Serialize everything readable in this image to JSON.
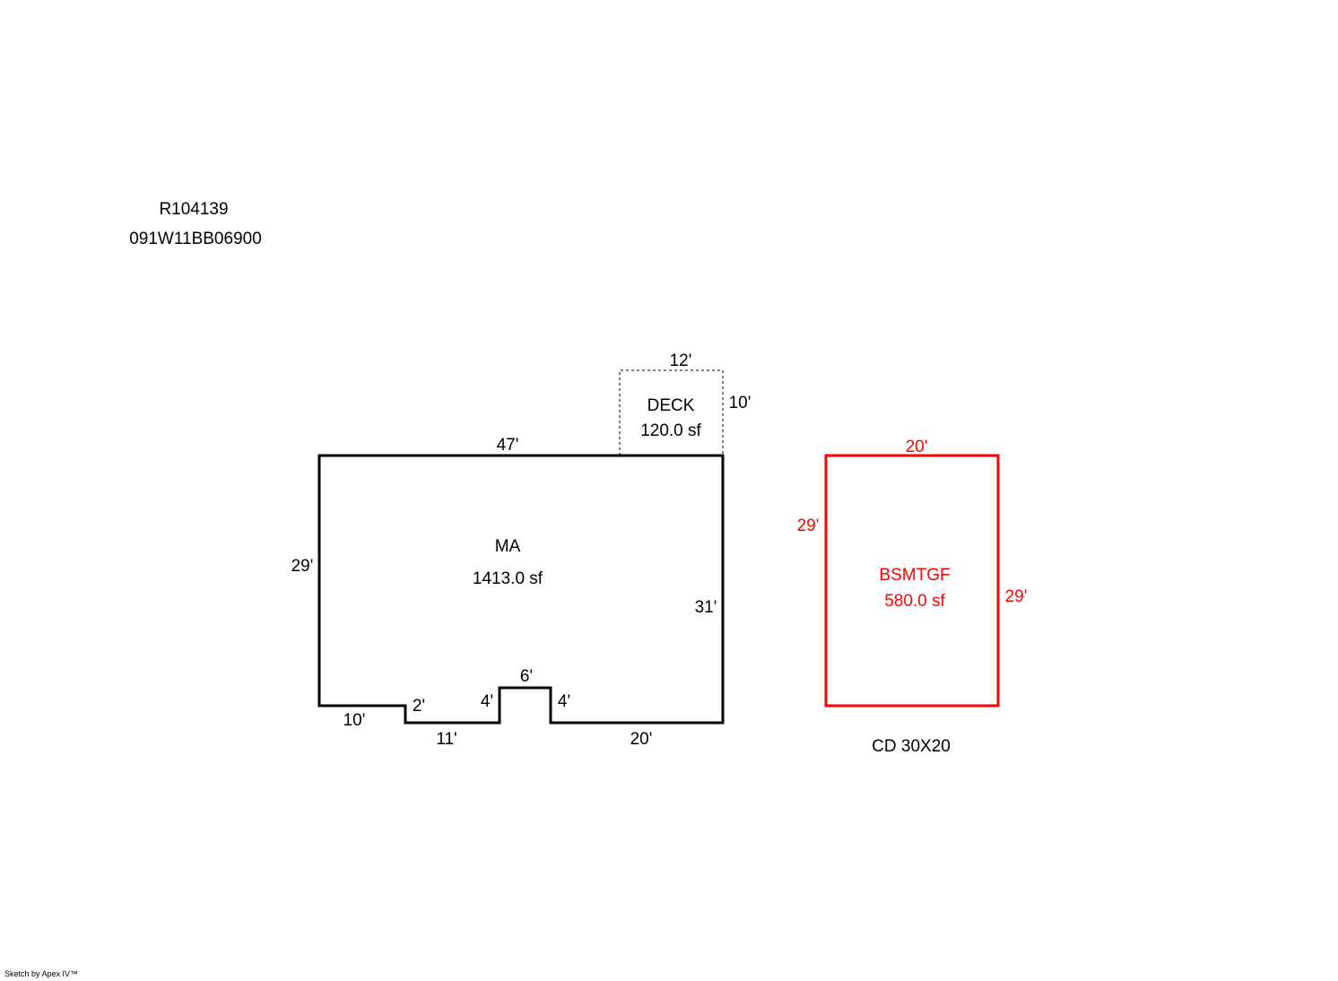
{
  "header": {
    "parcel_id": "R104139",
    "map_number": "091W11BB06900"
  },
  "main_area": {
    "label": "MA",
    "area": "1413.0 sf",
    "dims": {
      "top": "47'",
      "left": "29'",
      "right": "31'",
      "bottom_left": "10'",
      "step_down": "2'",
      "bottom_mid": "11'",
      "notch_left": "4'",
      "notch_top": "6'",
      "notch_right": "4'",
      "bottom_right": "20'"
    }
  },
  "deck": {
    "label": "DECK",
    "area": "120.0 sf",
    "dims": {
      "top": "12'",
      "right": "10'"
    }
  },
  "basement_garage": {
    "label": "BSMTGF",
    "area": "580.0 sf",
    "dims": {
      "top": "20'",
      "left": "29'",
      "right": "29'"
    },
    "note": "CD 30X20"
  },
  "colors": {
    "main_line": "#000000",
    "basement_line": "#ff0000"
  },
  "footer": {
    "credit": "Sketch by Apex IV™"
  }
}
